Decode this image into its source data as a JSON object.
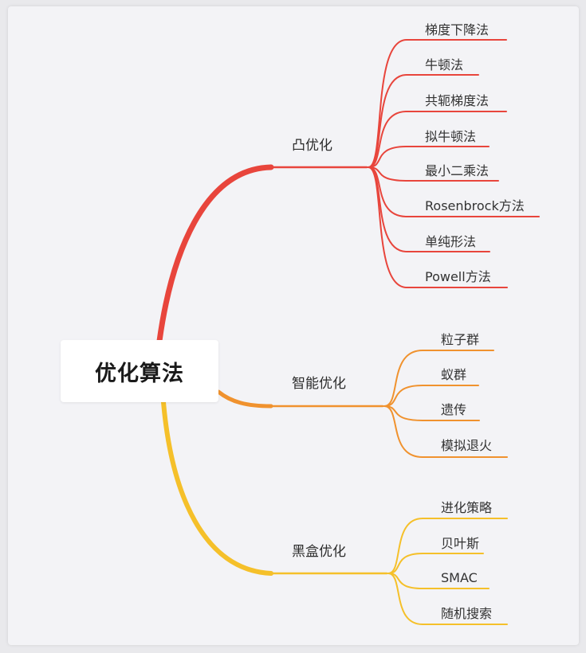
{
  "root": {
    "label": "优化算法"
  },
  "branches": [
    {
      "label": "凸优化",
      "color": "#e8453c",
      "children": [
        "梯度下降法",
        "牛顿法",
        "共轭梯度法",
        "拟牛顿法",
        "最小二乘法",
        "Rosenbrock方法",
        "单纯形法",
        "Powell方法"
      ]
    },
    {
      "label": "智能优化",
      "color": "#f0922e",
      "children": [
        "粒子群",
        "蚁群",
        "遗传",
        "模拟退火"
      ]
    },
    {
      "label": "黑盒优化",
      "color": "#f5c02a",
      "children": [
        "进化策略",
        "贝叶斯",
        "SMAC",
        "随机搜索"
      ]
    }
  ]
}
